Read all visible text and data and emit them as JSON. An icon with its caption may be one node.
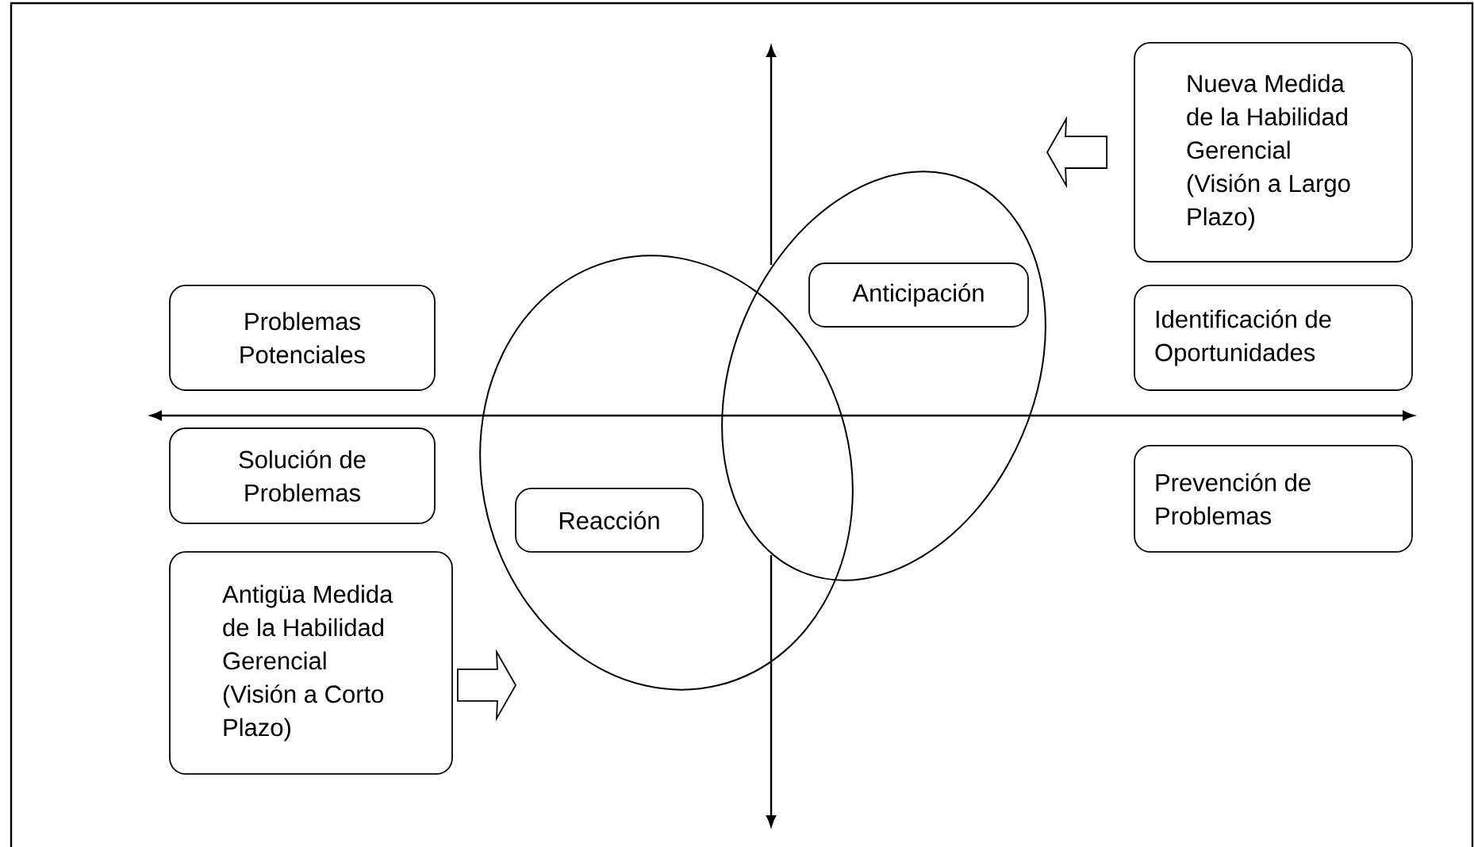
{
  "diagram": {
    "nodes": [
      {
        "text": [
          "Nueva Medida de la Habilidad Gerencial (Visión a Largo Plazo)"
        ]
      },
      {
        "text": [],
        "shape": "ellipse"
      },
      {
        "text": [
          "Anticipación"
        ],
        "in": 1
      },
      {
        "text": [
          "Problemas Potenciales"
        ]
      },
      {
        "text": [
          "Identificación de Oportunidades"
        ]
      },
      {
        "text": [],
        "shape": "ellipse"
      },
      {
        "text": [
          "Solución de Problemas"
        ]
      },
      {
        "text": [
          "Reacción"
        ],
        "in": 5
      },
      {
        "text": [
          "Prevención de Problemas"
        ]
      },
      {
        "text": [
          "Antigüa Medida de la Habilidad Gerencial (Visión a Corto Plazo)"
        ]
      }
    ],
    "edges": [
      {
        "from": 0,
        "to": 1,
        "arrow": "to"
      },
      {
        "from": 9,
        "to": 5,
        "arrow": "to"
      }
    ]
  }
}
